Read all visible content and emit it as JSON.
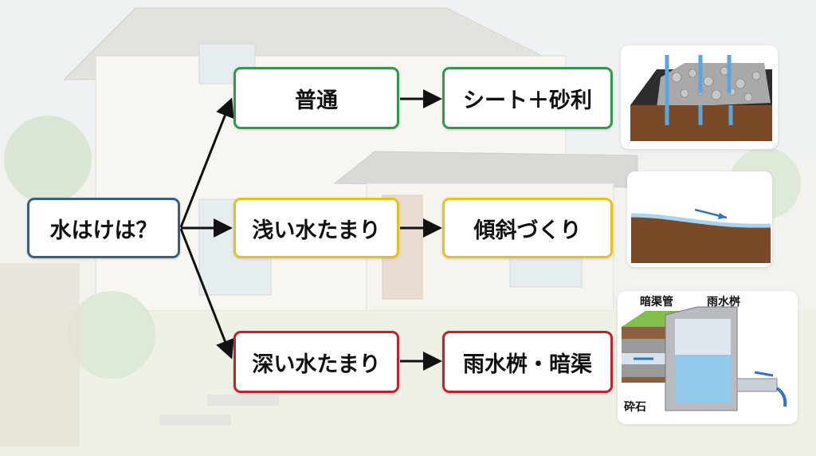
{
  "colors": {
    "root": "#3b5f80",
    "normal": "#2f9a4b",
    "shallow": "#e6c21f",
    "deep": "#c4222b"
  },
  "root": {
    "label": "水はけは？"
  },
  "conditions": [
    {
      "label": "普通",
      "solution": "シート＋砂利",
      "color": "#2f9a4b"
    },
    {
      "label": "浅い水たまり",
      "solution": "傾斜づくり",
      "color": "#e6c21f"
    },
    {
      "label": "深い水たまり",
      "solution": "雨水桝・暗渠",
      "color": "#c4222b"
    }
  ],
  "illustrations": {
    "drainage": {
      "labels": {
        "pipe": "暗渠管",
        "basin": "雨水桝",
        "gravel": "砕石"
      }
    }
  }
}
